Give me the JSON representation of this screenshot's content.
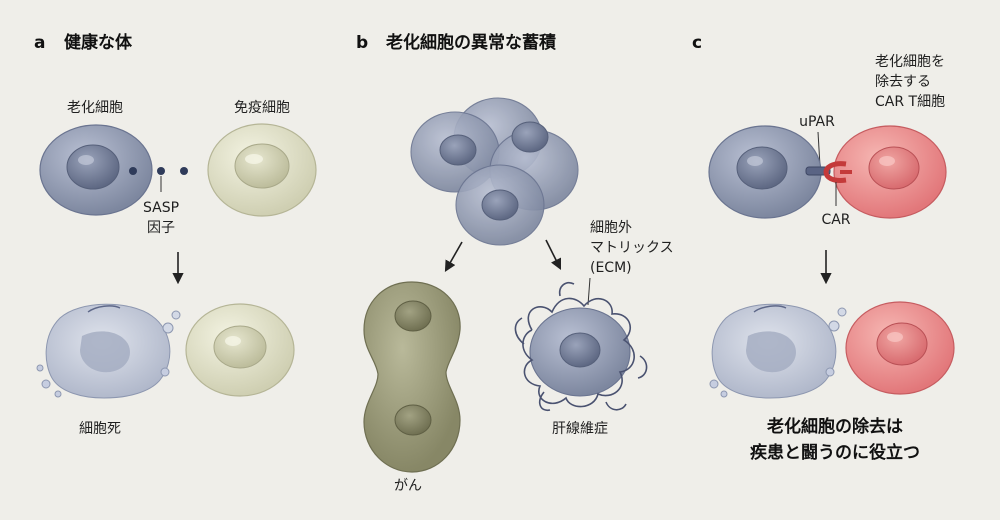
{
  "panel_a": {
    "letter": "a",
    "title": "健康な体",
    "senescent_cell": "老化細胞",
    "immune_cell": "免疫細胞",
    "sasp_line1": "SASP",
    "sasp_line2": "因子",
    "cell_death": "細胞死"
  },
  "panel_b": {
    "letter": "b",
    "title": "老化細胞の異常な蓄積",
    "ecm_line1": "細胞外",
    "ecm_line2": "マトリックス",
    "ecm_line3": "(ECM)",
    "cancer": "がん",
    "liver_fibrosis": "肝線維症"
  },
  "panel_c": {
    "letter": "c",
    "cart_line1": "老化細胞を",
    "cart_line2": "除去する",
    "cart_line3": "CAR T細胞",
    "upar": "uPAR",
    "car": "CAR",
    "conclusion_line1": "老化細胞の除去は",
    "conclusion_line2": "疾患と闘うのに役立つ"
  },
  "colors": {
    "background": "#efeee9",
    "senescent_cell": "#8e97b0",
    "immune_cell": "#dcdcc2",
    "car_t_cell": "#e98a8a",
    "cancer_cell": "#9a9a7c",
    "receptor_red": "#c43a3a"
  }
}
